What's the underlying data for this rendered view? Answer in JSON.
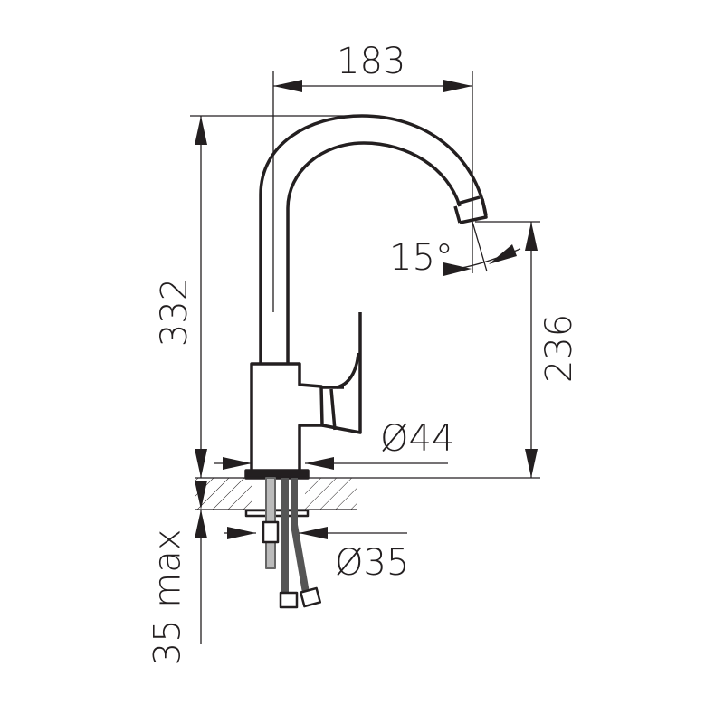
{
  "colors": {
    "line": "#231f20",
    "background": "#ffffff"
  },
  "dimensions": {
    "spout_reach": "183",
    "total_height": "332",
    "spout_height": "236",
    "spout_angle": "15°",
    "body_diameter": "Ø44",
    "mount_diameter": "Ø35",
    "max_counter_thickness": "35 max"
  }
}
